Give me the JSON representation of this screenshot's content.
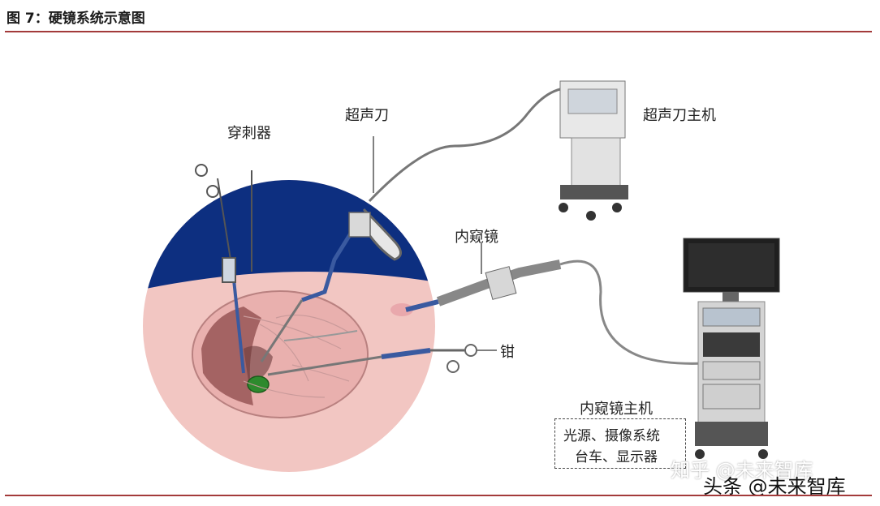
{
  "figure": {
    "title": "图 7：硬镜系统示意图"
  },
  "labels": {
    "trocar": "穿刺器",
    "ultrasonic_knife": "超声刀",
    "ultrasonic_host": "超声刀主机",
    "endoscope": "内窥镜",
    "forceps": "钳",
    "endoscope_host": "内窥镜主机",
    "host_desc_line1": "光源、摄像系统",
    "host_desc_line2": "台车、显示器"
  },
  "watermarks": {
    "zhihu": "知乎 @未来智库",
    "toutiao": "头条 @未来智库"
  },
  "colors": {
    "rule": "#a33a3a",
    "abdomen_top": "#0d2f80",
    "abdomen_body": "#f2c6c2"
  }
}
